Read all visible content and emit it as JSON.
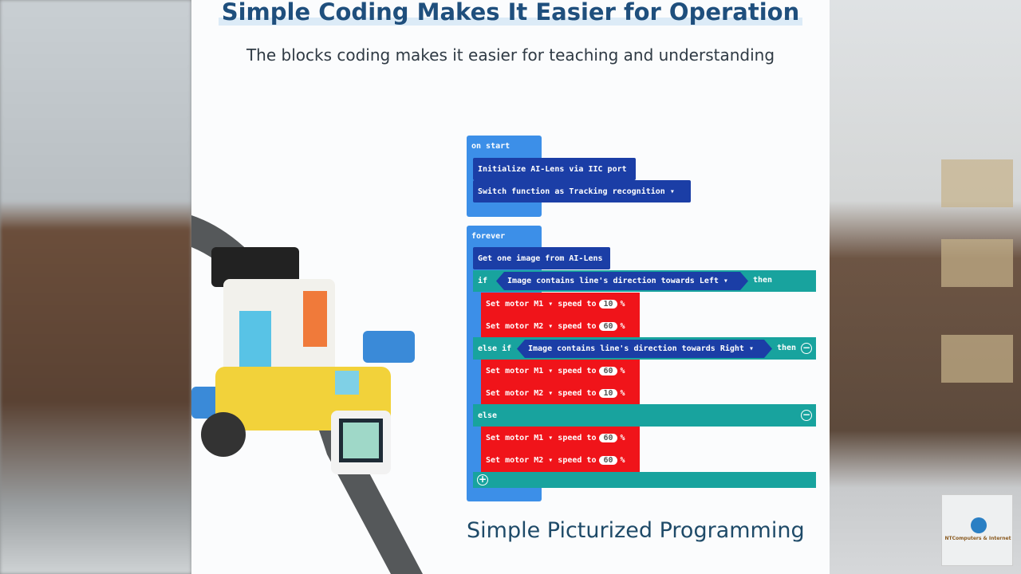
{
  "header": {
    "title": "Simple Coding Makes It Easier for Operation",
    "subtitle": "The blocks coding makes it easier for teaching and understanding"
  },
  "footer": {
    "caption": "Simple Picturized Programming"
  },
  "blocks": {
    "on_start": "on start",
    "init": "Initialize AI-Lens via IIC port",
    "switch": "Switch function as  Tracking recognition ▾",
    "forever": "forever",
    "get_image": "Get one image from AI-Lens",
    "if": "if",
    "if_cond": "Image contains line's direction towards  Left ▾",
    "then": "then",
    "else_if": "else if",
    "elseif_cond": "Image contains line's direction towards  Right ▾",
    "else": "else",
    "motor_prefix_m1": "Set motor  M1 ▾  speed to",
    "motor_prefix_m2": "Set motor  M2 ▾  speed to",
    "pct": "%",
    "if_m1": "10",
    "if_m2": "60",
    "elseif_m1": "60",
    "elseif_m2": "10",
    "else_m1": "60",
    "else_m2": "60"
  },
  "watermark": {
    "text": "NTComputers & Internet"
  },
  "colors": {
    "hat": "#3c8fe8",
    "dark": "#1b3ea6",
    "teal": "#18a39e",
    "red": "#f0141a",
    "title": "#1f4f7d"
  }
}
